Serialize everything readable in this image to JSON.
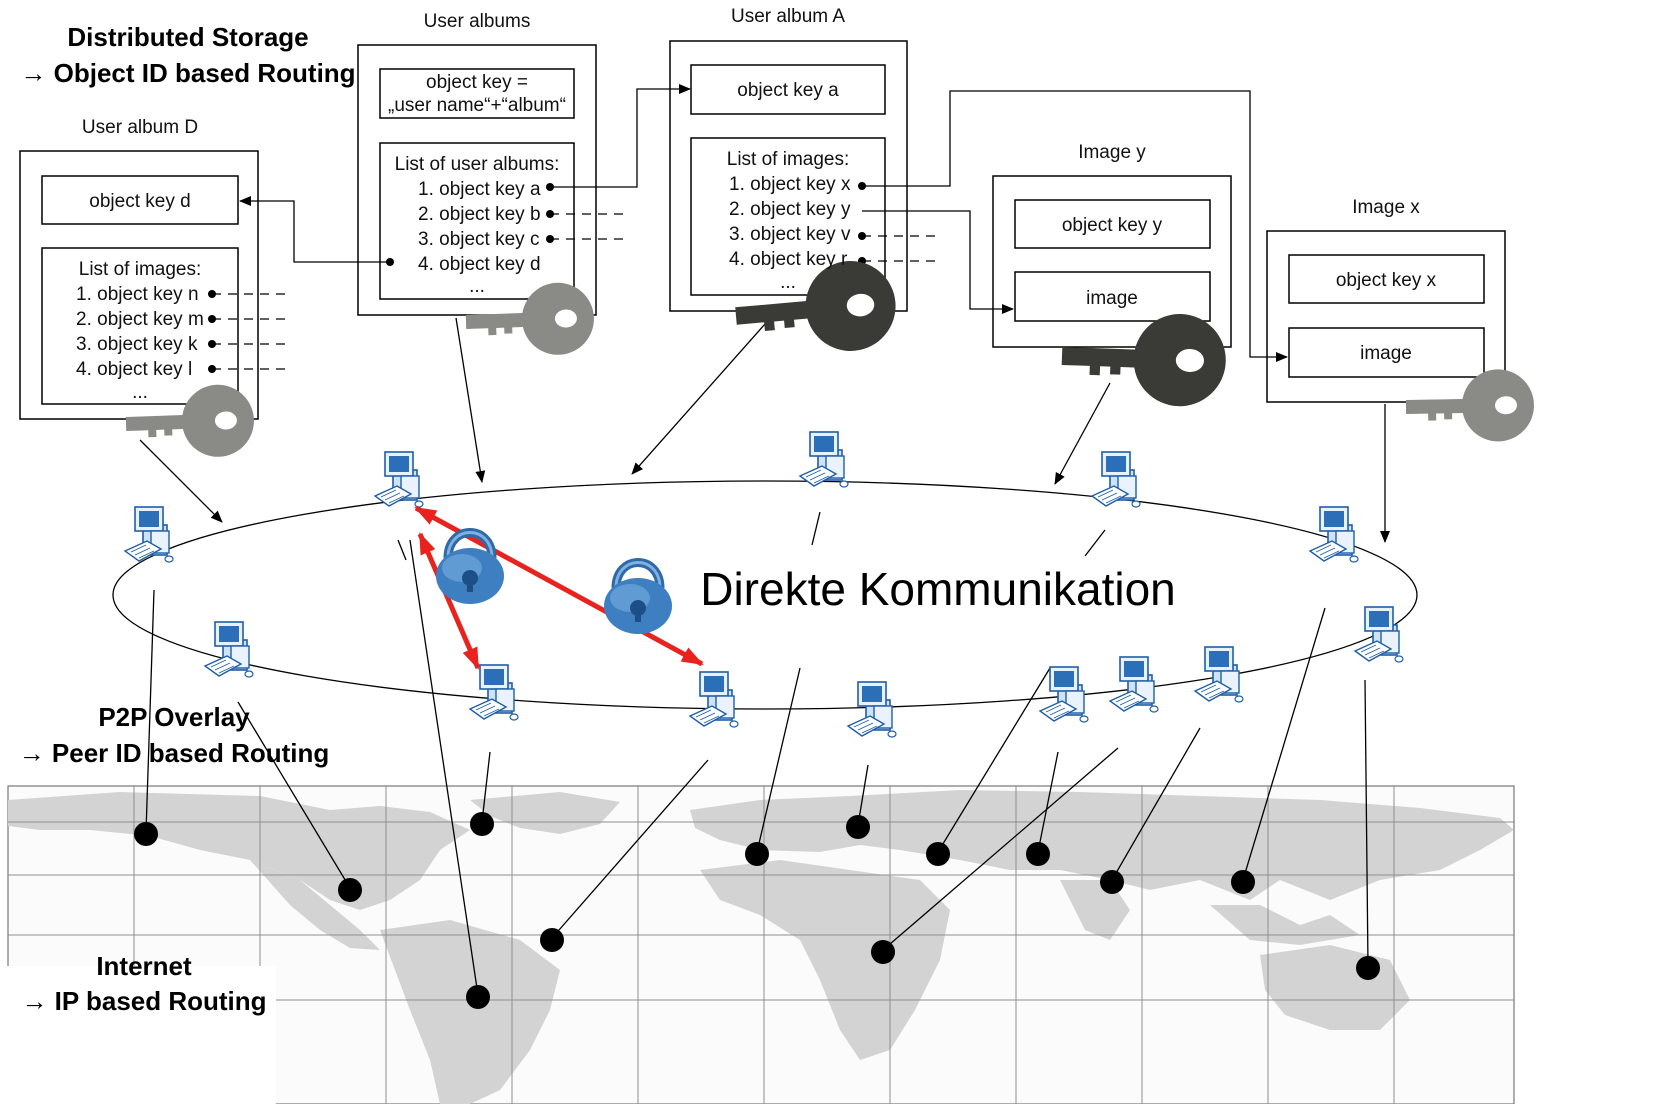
{
  "sections": {
    "storage_title": "Distributed Storage",
    "storage_sub": "→ Object ID based Routing",
    "p2p_title": "P2P Overlay",
    "p2p_sub": "→ Peer ID based Routing",
    "internet_title": "Internet",
    "internet_sub": "→ IP based Routing",
    "direct": "Direkte Kommunikation"
  },
  "user_albums": {
    "title": "User albums",
    "key_line1": "object key =",
    "key_line2": "„user name“+“album“",
    "list_title": "List of user albums:",
    "items": [
      "1. object key a",
      "2. object key b",
      "3. object key c",
      "4. object key d"
    ],
    "more": "..."
  },
  "album_a": {
    "title": "User album A",
    "key": "object key a",
    "list_title": "List of images:",
    "items": [
      "1. object key x",
      "2. object key y",
      "3. object key v",
      "4. object key r"
    ],
    "more": "..."
  },
  "album_d": {
    "title": "User album D",
    "key": "object key d",
    "list_title": "List of images:",
    "items": [
      "1. object key n",
      "2. object key m",
      "3. object key k",
      "4. object key l"
    ],
    "more": "..."
  },
  "image_y": {
    "title": "Image y",
    "key": "object key y",
    "content": "image"
  },
  "image_x": {
    "title": "Image x",
    "key": "object key x",
    "content": "image"
  },
  "icons": [
    "key-icon",
    "computer-icon",
    "padlock-icon",
    "world-map"
  ],
  "colors": {
    "direct_link": "#e8221e",
    "lock": "#3d7fc0",
    "key_grey": "#8a8a86",
    "key_dark": "#3a3a36",
    "map_land": "#d3d3d3"
  }
}
